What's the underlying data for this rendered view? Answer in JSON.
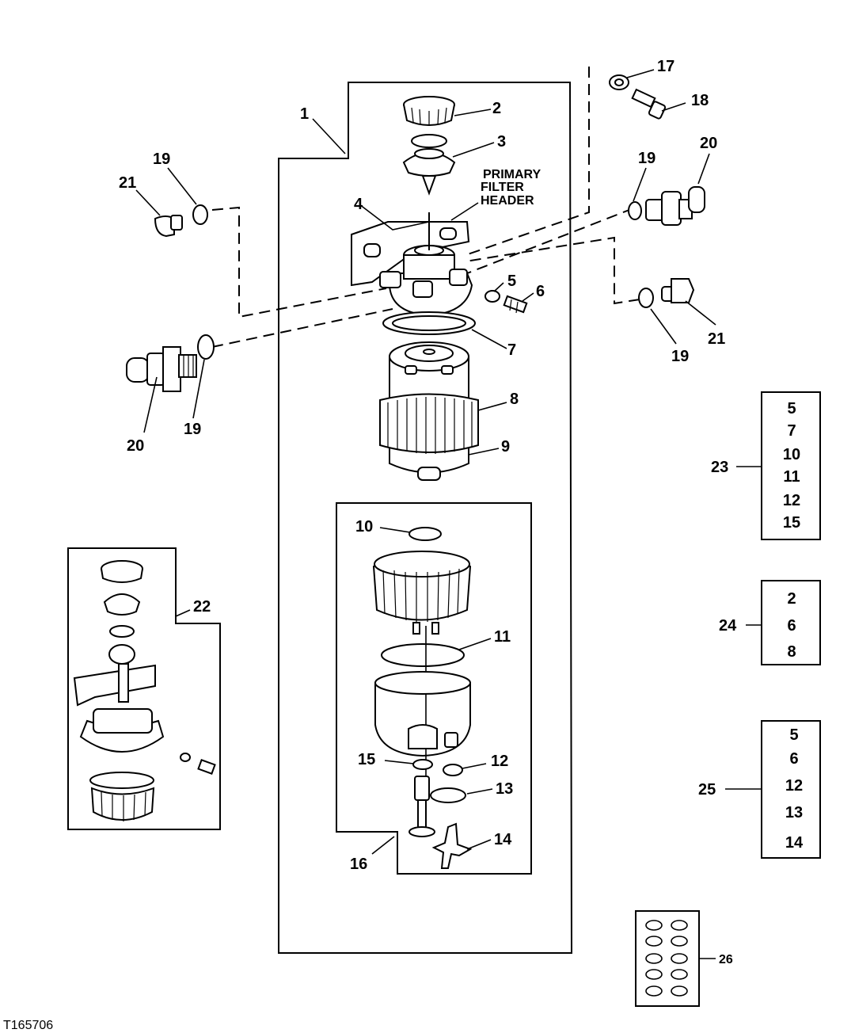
{
  "figure_id": "T165706",
  "header_label": [
    "PRIMARY",
    "FILTER",
    "HEADER"
  ],
  "callouts": {
    "c1": "1",
    "c2": "2",
    "c3": "3",
    "c4": "4",
    "c5": "5",
    "c6": "6",
    "c7": "7",
    "c8": "8",
    "c9": "9",
    "c10": "10",
    "c11": "11",
    "c12": "12",
    "c13": "13",
    "c14": "14",
    "c15": "15",
    "c16": "16",
    "c17": "17",
    "c18": "18",
    "c19a": "19",
    "c19b": "19",
    "c19c": "19",
    "c19d": "19",
    "c20a": "20",
    "c20b": "20",
    "c21a": "21",
    "c21b": "21",
    "c22": "22",
    "c23": "23",
    "c24": "24",
    "c25": "25",
    "c26": "26"
  },
  "kits": {
    "k23": [
      "5",
      "7",
      "10",
      "11",
      "12",
      "15"
    ],
    "k24": [
      "2",
      "6",
      "8"
    ],
    "k25": [
      "5",
      "6",
      "12",
      "13",
      "14"
    ]
  }
}
